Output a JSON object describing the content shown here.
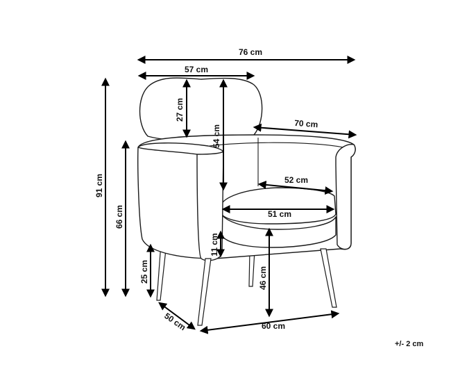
{
  "diagram": {
    "dimensions": {
      "overall_width": "76 cm",
      "backrest_width": "57 cm",
      "backrest_height": "27 cm",
      "seat_to_top": "54 cm",
      "inner_depth": "70 cm",
      "seat_depth": "52 cm",
      "seat_width": "51 cm",
      "overall_height": "91 cm",
      "arm_height": "66 cm",
      "cushion_height": "11 cm",
      "seat_height": "46 cm",
      "leg_height": "25 cm",
      "base_depth": "50 cm",
      "base_width": "60 cm"
    },
    "tolerance": "+/- 2 cm"
  }
}
